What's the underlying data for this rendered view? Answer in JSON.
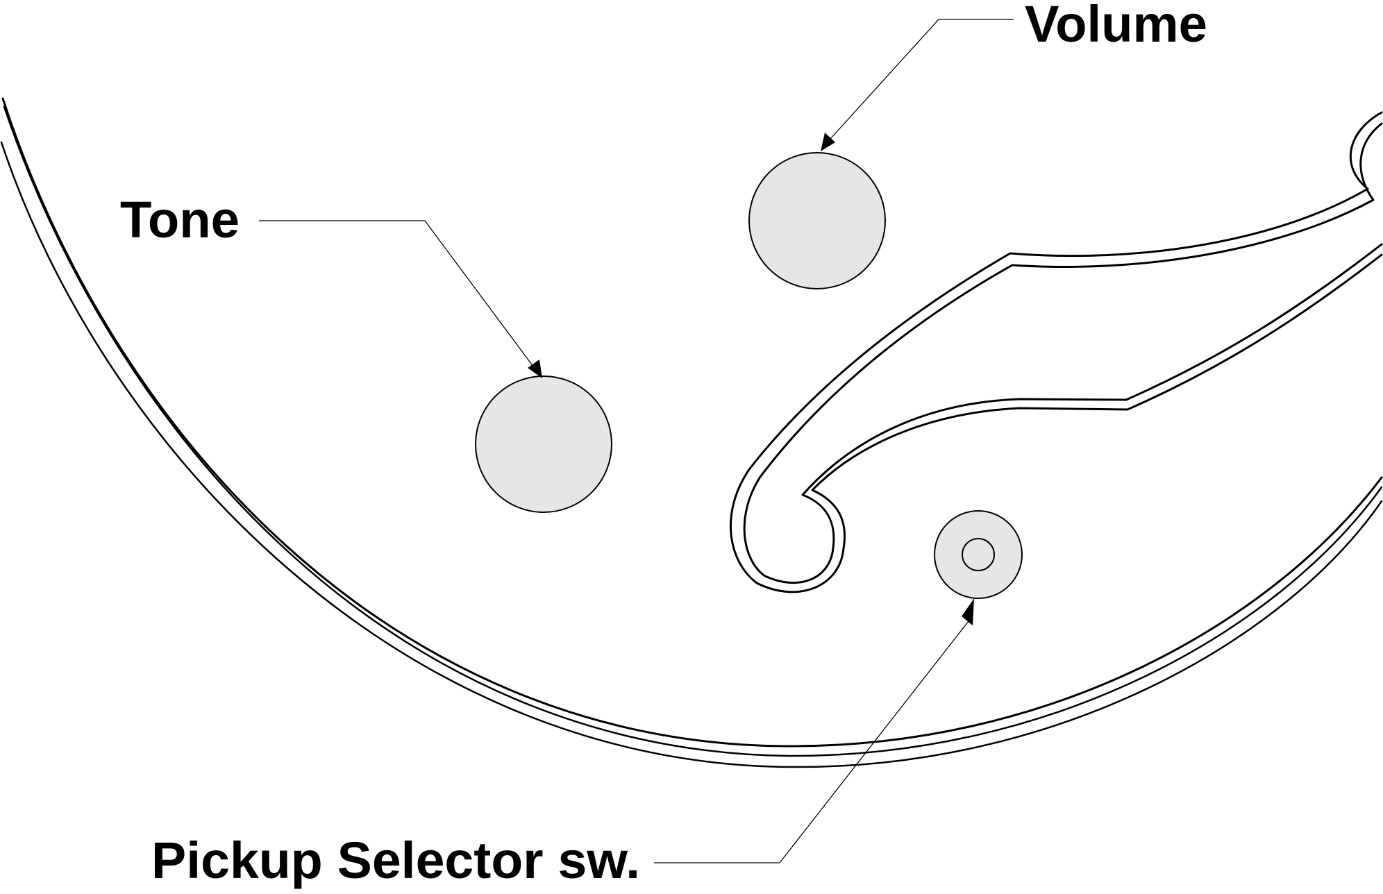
{
  "labels": {
    "volume": "Volume",
    "tone": "Tone",
    "pickup_selector": "Pickup Selector sw."
  },
  "colors": {
    "line": "#000000",
    "knob_fill": "#e6e6e7",
    "background": "#ffffff"
  }
}
